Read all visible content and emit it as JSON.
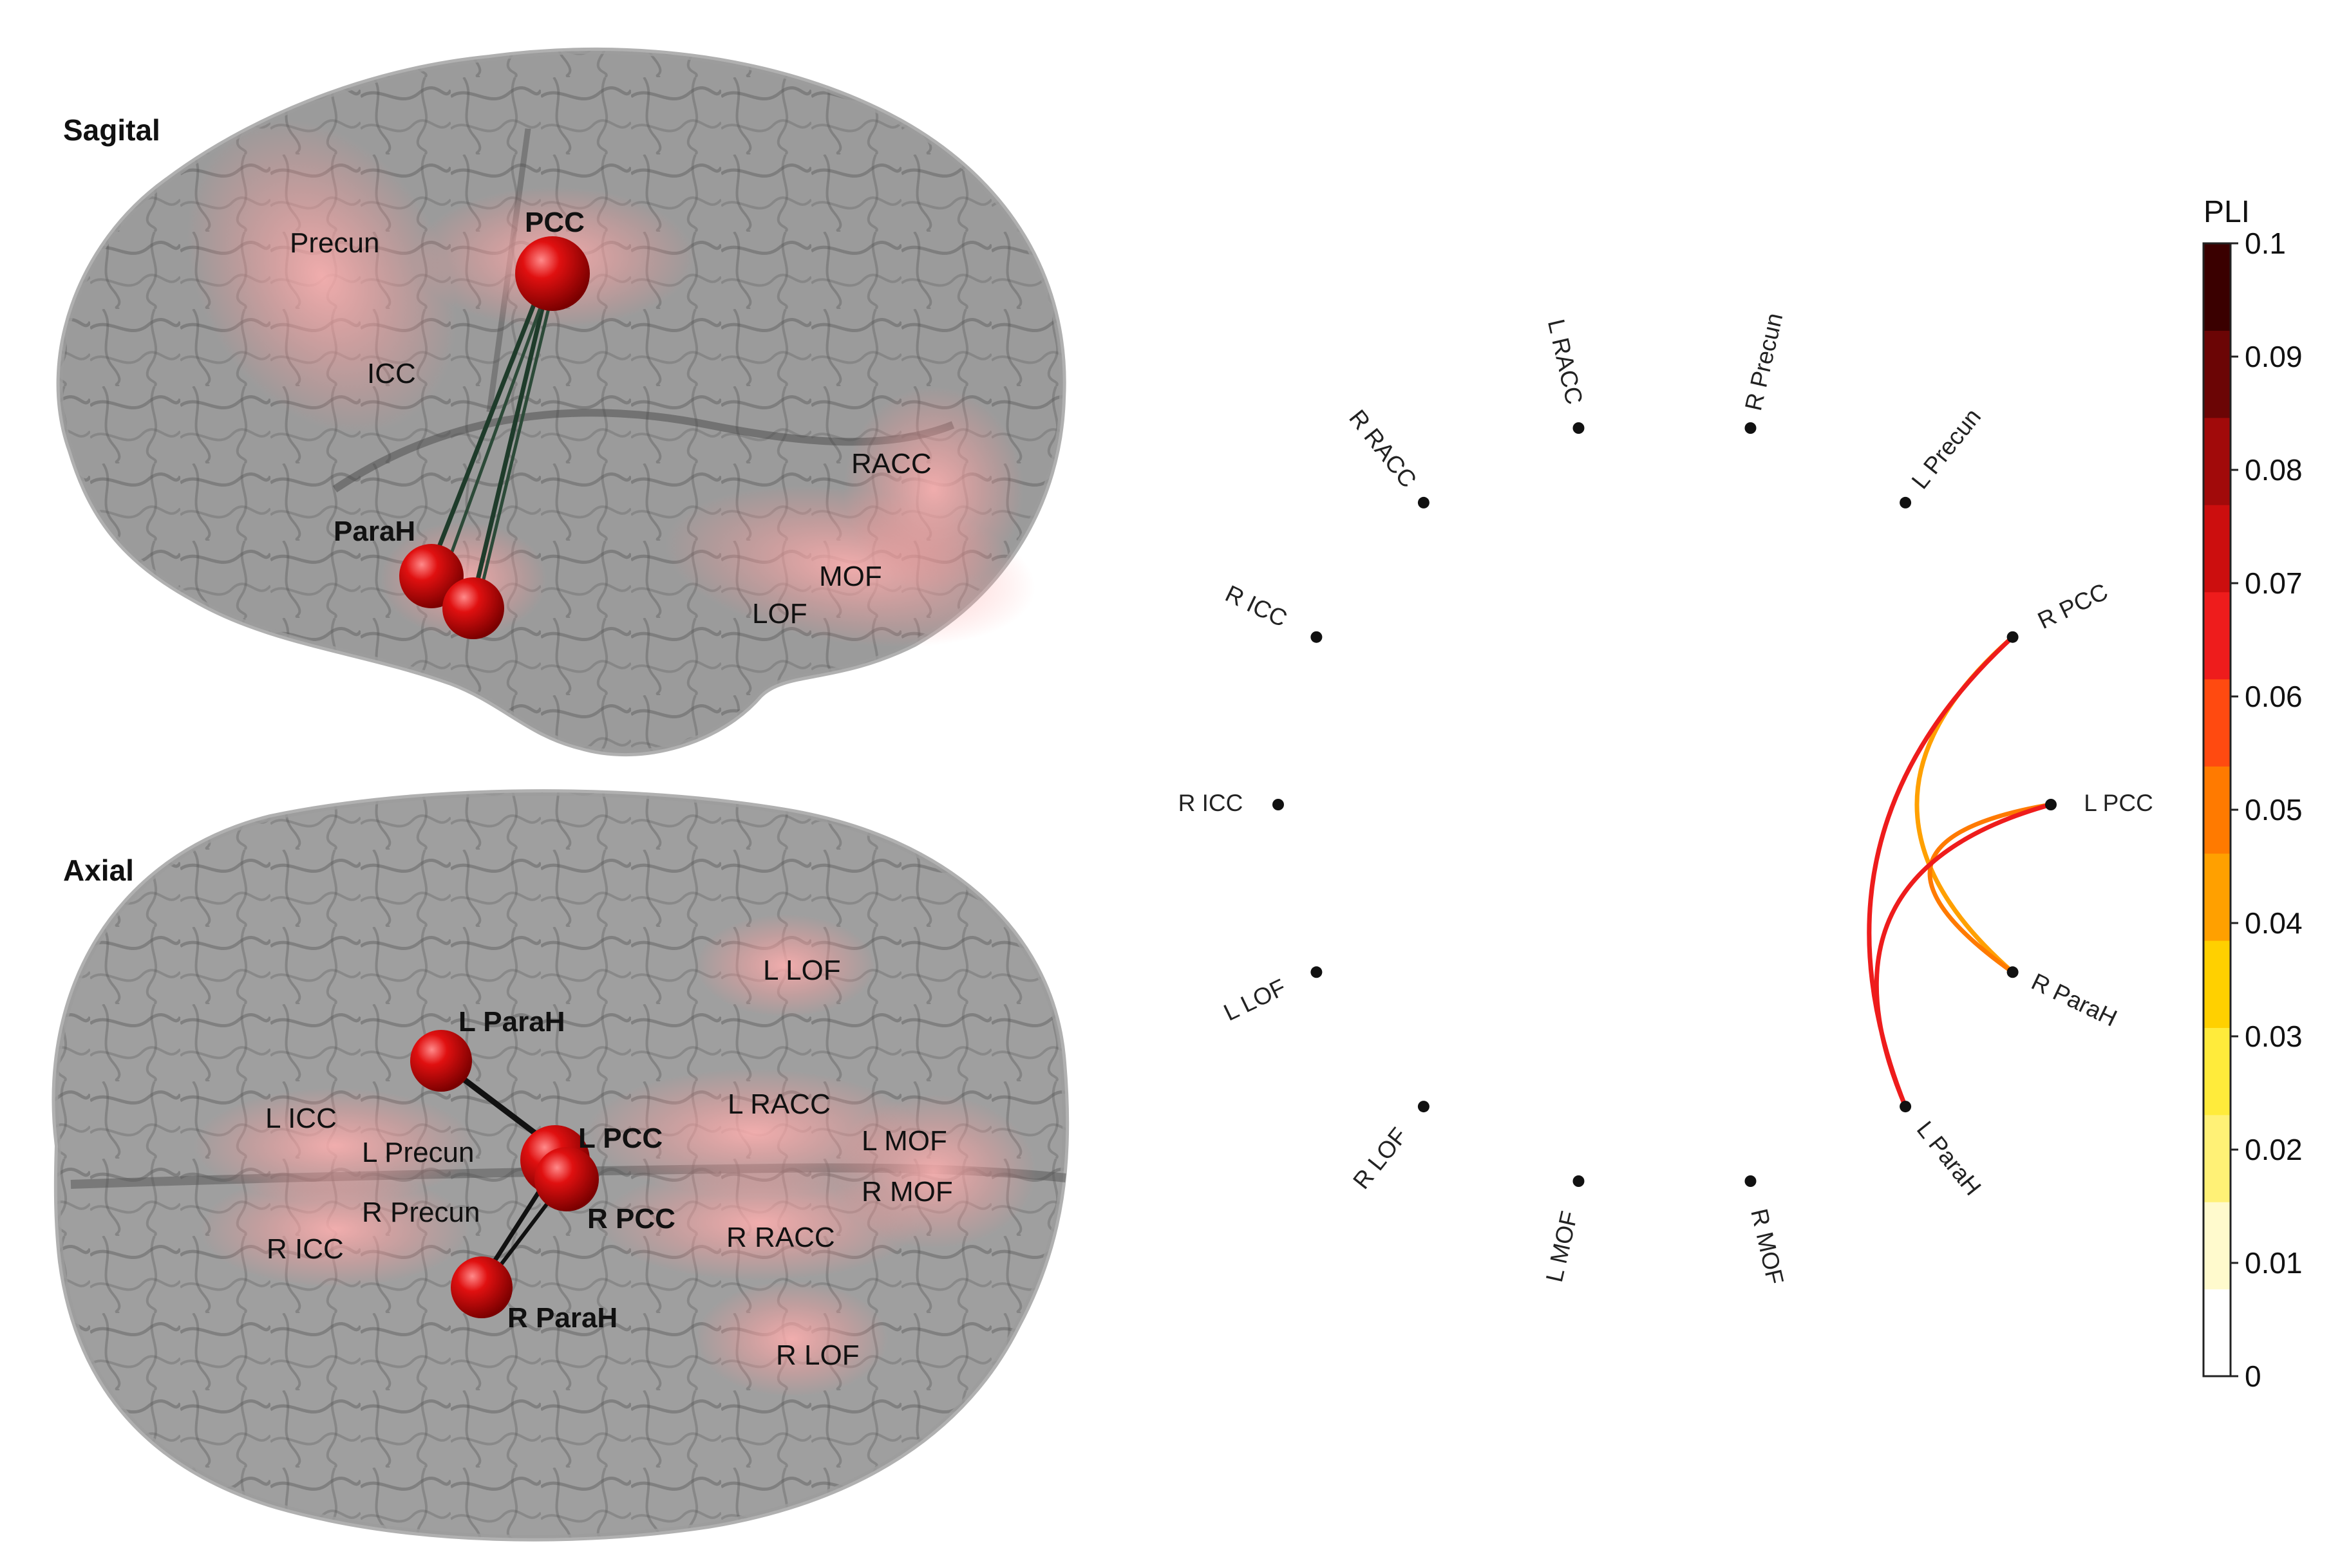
{
  "sagittal": {
    "title": "Sagital",
    "labels": {
      "precun": "Precun",
      "pcc": "PCC",
      "icc": "ICC",
      "racc": "RACC",
      "parah": "ParaH",
      "mof": "MOF",
      "lof": "LOF"
    }
  },
  "axial": {
    "title": "Axial",
    "labels": {
      "l_lof": "L LOF",
      "l_parah": "L ParaH",
      "l_icc": "L ICC",
      "l_racc": "L RACC",
      "l_pcc": "L PCC",
      "l_precun": "L Precun",
      "l_mof": "L MOF",
      "r_precun": "R Precun",
      "r_pcc": "R PCC",
      "r_mof": "R MOF",
      "r_icc": "R ICC",
      "r_racc": "R RACC",
      "r_parah": "R ParaH",
      "r_lof": "R LOF"
    }
  },
  "chart_data": {
    "type": "connectogram",
    "nodes": [
      "R Precun",
      "L Precun",
      "R PCC",
      "L PCC",
      "R ParaH",
      "L ParaH",
      "R MOF",
      "L MOF",
      "R LOF",
      "L LOF",
      "R ICC",
      "R ICC",
      "R RACC",
      "L RACC"
    ],
    "edges": [
      {
        "from": "R PCC",
        "to": "R ParaH",
        "value": 0.045
      },
      {
        "from": "R PCC",
        "to": "L ParaH",
        "value": 0.07
      },
      {
        "from": "L PCC",
        "to": "R ParaH",
        "value": 0.05
      },
      {
        "from": "L PCC",
        "to": "L ParaH",
        "value": 0.07
      }
    ],
    "colorbar": {
      "title": "PLI",
      "min": 0,
      "max": 0.1,
      "ticks": [
        "0",
        "0.01",
        "0.02",
        "0.03",
        "0.04",
        "0.05",
        "0.06",
        "0.07",
        "0.08",
        "0.09",
        "0.1"
      ],
      "colors": [
        "#ffffff",
        "#fffacd",
        "#fff176",
        "#ffeb3b",
        "#ffd000",
        "#ffa000",
        "#ff7a00",
        "#ff4a10",
        "#ee1c1c",
        "#cc0e0e",
        "#a10a0a",
        "#6b0505",
        "#3a0000"
      ]
    }
  }
}
